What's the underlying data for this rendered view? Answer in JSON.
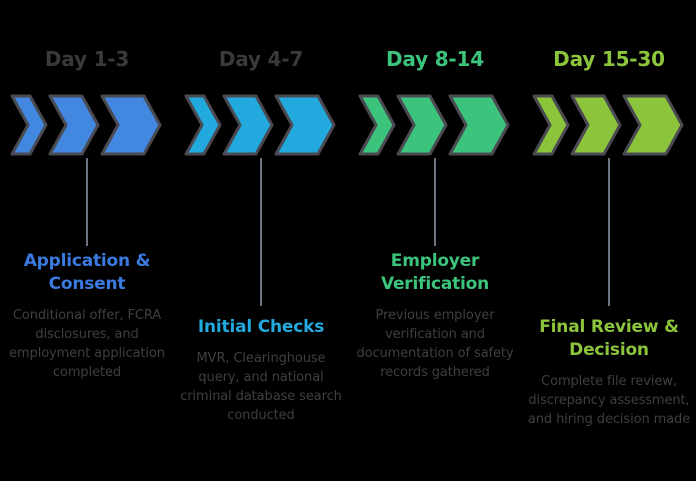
{
  "diagram": {
    "type": "process-timeline",
    "orientation": "horizontal",
    "background_color": "#000000",
    "step_count": 4,
    "chevrons_per_step": 3,
    "connector_color": "#6b7280",
    "chevron_outline_color": "#4a4a52",
    "description_text_color": "#3f3f3f"
  },
  "steps": [
    {
      "day_label": "Day 1-3",
      "day_label_color": "#3a3a3a",
      "title": "Application & Consent",
      "title_color": "#3b7ae0",
      "description": "Conditional offer, FCRA disclosures, and employment application completed",
      "accent_color": "#4287e0",
      "text_position": "high"
    },
    {
      "day_label": "Day 4-7",
      "day_label_color": "#3a3a3a",
      "title": "Initial Checks",
      "title_color": "#22a9dd",
      "description": "MVR, Clearinghouse query, and national criminal database search conducted",
      "accent_color": "#22a9dd",
      "text_position": "low"
    },
    {
      "day_label": "Day 8-14",
      "day_label_color": "#3cc47c",
      "title": "Employer Verification",
      "title_color": "#3cc47c",
      "description": "Previous employer verification and documentation of safety records gathered",
      "accent_color": "#3cc47c",
      "text_position": "high"
    },
    {
      "day_label": "Day 15-30",
      "day_label_color": "#8cc43c",
      "title": "Final Review & Decision",
      "title_color": "#8cc43c",
      "description": "Complete file review, discrepancy assessment, and hiring decision made",
      "accent_color": "#8cc43c",
      "text_position": "low"
    }
  ]
}
